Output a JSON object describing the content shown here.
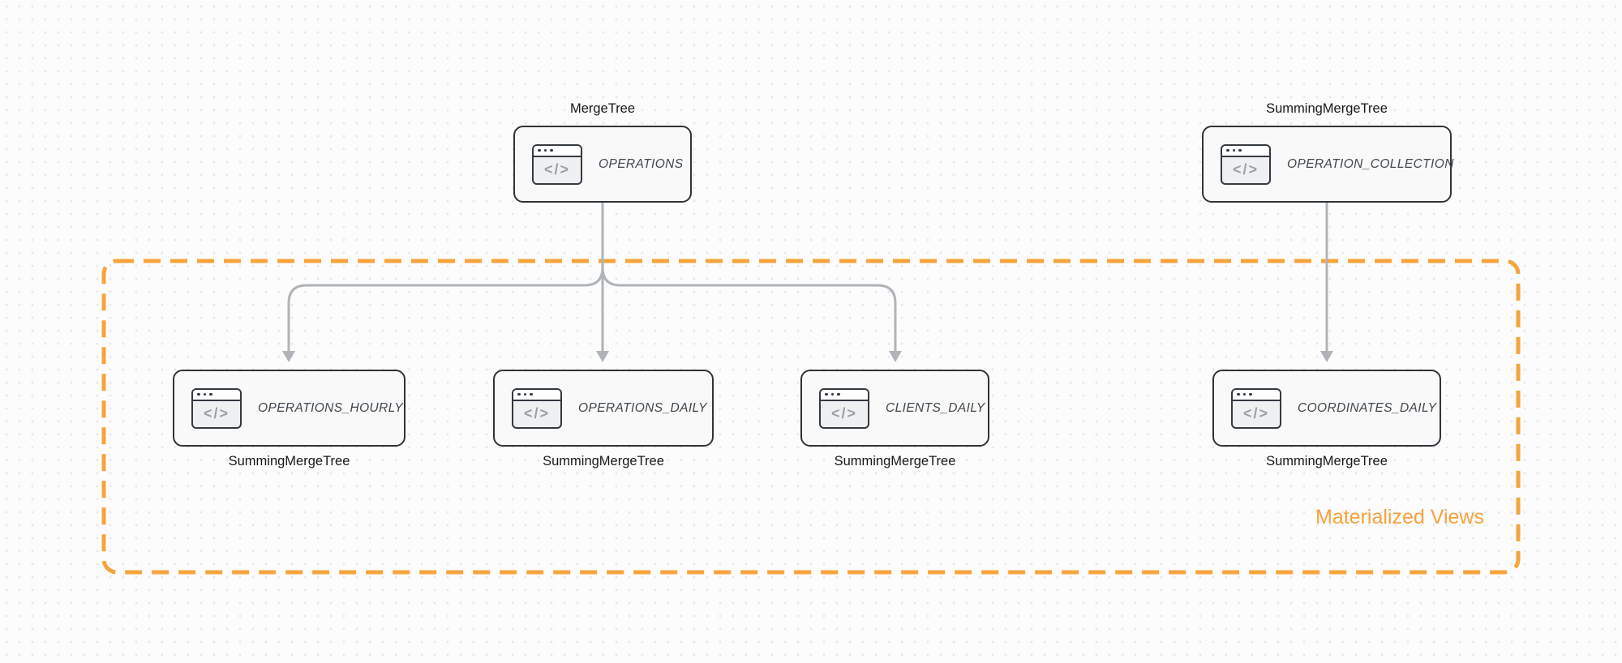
{
  "diagram": {
    "group_label": "Materialized Views",
    "icon_glyph": "</>",
    "icon_name": "code-window-icon",
    "nodes": [
      {
        "id": "operations",
        "engine_label": "MergeTree",
        "name": "OPERATIONS",
        "label_position": "top",
        "in_group": false
      },
      {
        "id": "operation_collection",
        "engine_label": "SummingMergeTree",
        "name": "OPERATION_COLLECTION",
        "label_position": "top",
        "in_group": false
      },
      {
        "id": "operations_hourly",
        "engine_label": "SummingMergeTree",
        "name": "OPERATIONS_HOURLY",
        "label_position": "bottom",
        "in_group": true
      },
      {
        "id": "operations_daily",
        "engine_label": "SummingMergeTree",
        "name": "OPERATIONS_DAILY",
        "label_position": "bottom",
        "in_group": true
      },
      {
        "id": "clients_daily",
        "engine_label": "SummingMergeTree",
        "name": "CLIENTS_DAILY",
        "label_position": "bottom",
        "in_group": true
      },
      {
        "id": "coordinates_daily",
        "engine_label": "SummingMergeTree",
        "name": "COORDINATES_DAILY",
        "label_position": "bottom",
        "in_group": true
      }
    ],
    "edges": [
      {
        "from": "OPERATIONS",
        "to": "OPERATIONS_HOURLY"
      },
      {
        "from": "OPERATIONS",
        "to": "OPERATIONS_DAILY"
      },
      {
        "from": "OPERATIONS",
        "to": "CLIENTS_DAILY"
      },
      {
        "from": "OPERATION_COLLECTION",
        "to": "COORDINATES_DAILY"
      }
    ],
    "colors": {
      "group_orange": "#F7A43C",
      "arrow_gray": "#B0B4B8",
      "node_border": "#2F3438",
      "node_fill": "#F8F9F8"
    }
  }
}
